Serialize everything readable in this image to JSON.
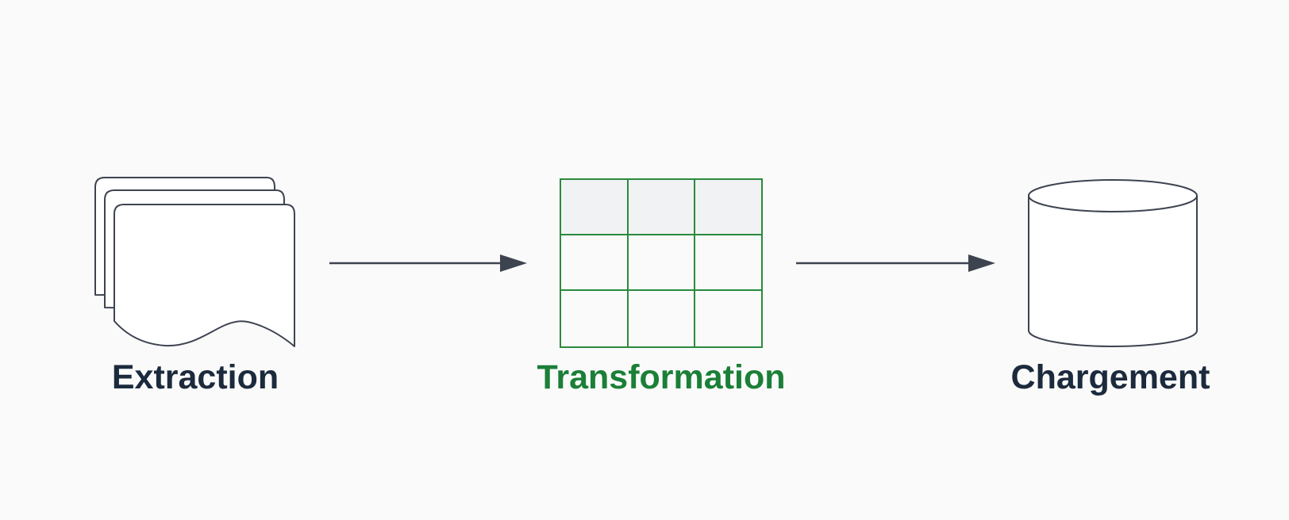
{
  "stages": [
    {
      "label": "Extraction",
      "icon": "stacked-documents-icon",
      "color": "#1c2a3d"
    },
    {
      "label": "Transformation",
      "icon": "table-grid-icon",
      "color": "#1b7f37"
    },
    {
      "label": "Chargement",
      "icon": "database-cylinder-icon",
      "color": "#1c2a3d"
    }
  ],
  "colors": {
    "background": "#fafafa",
    "outline": "#3d4450",
    "arrow": "#3d4450",
    "table_grid": "#2b8a3e",
    "table_header_fill": "#f1f2f3"
  }
}
